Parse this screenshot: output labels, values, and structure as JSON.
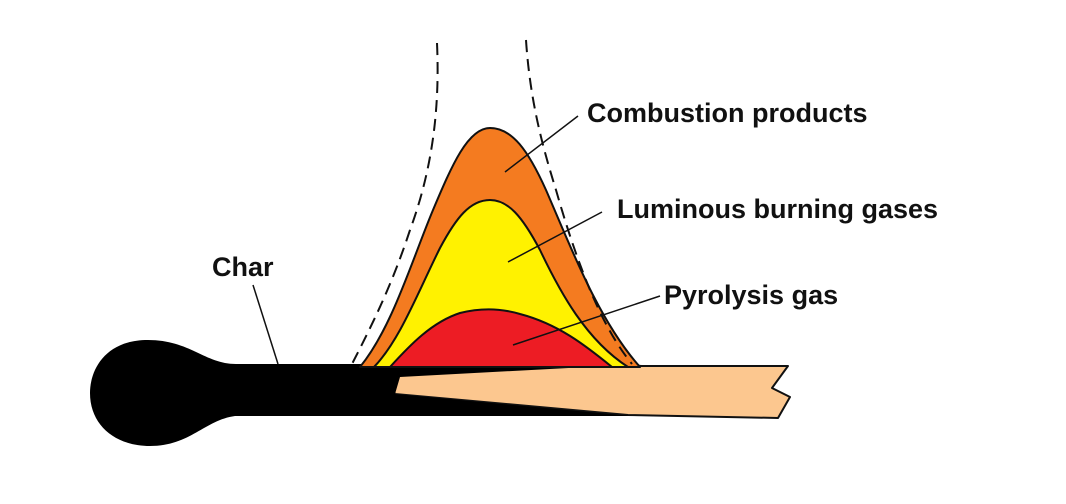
{
  "labels": {
    "combustion_products": "Combustion products",
    "luminous_burning_gases": "Luminous burning gases",
    "pyrolysis_gas": "Pyrolysis gas",
    "char": "Char"
  },
  "colors": {
    "combustion_products": "#f47b20",
    "luminous_burning_gases": "#fff200",
    "pyrolysis_gas": "#ed1c24",
    "char": "#000000",
    "unburnt_wood": "#fcc78f"
  }
}
